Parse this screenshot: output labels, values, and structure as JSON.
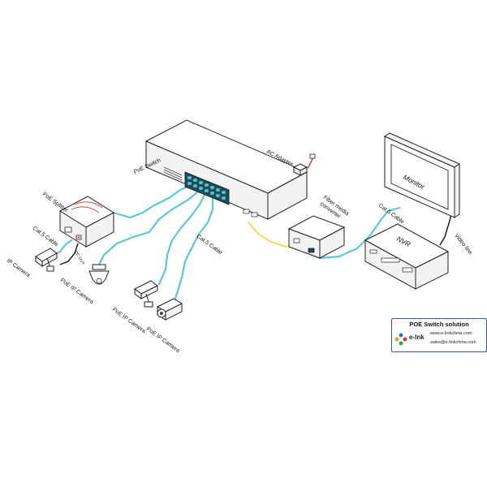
{
  "labels": {
    "ac_adapter": "AC Adapter",
    "poe_switch": "PoE  Switch",
    "poe_splitter": "PoE Splitter",
    "cat5_cable_left": "Cat.5 Cable",
    "dc_out": "DC OUT",
    "ip_camera": "IP Camera",
    "poe_ip_camera_1": "PoE IP Camera",
    "poe_ip_camera_2": "PoE IP Camera",
    "poe_ip_camera_3": "PoE IP Camera",
    "cat5_cable_mid": "Cat.5 Cable",
    "fiber_media_converter_1": "Fiber media",
    "fiber_media_converter_2": "converter",
    "cat5_cable_right": "Cat.5 Cable",
    "monitor": "Monitor",
    "nvr": "NVR",
    "video_line": "Video line"
  },
  "info": {
    "title": "POE Switch solution",
    "brand": "e-lnk",
    "website": "www.e-linkchina.com",
    "email": "sales@e-linkchina.com"
  },
  "colors": {
    "cat5_cable": "#5bc8d8",
    "fiber_cable": "#f3e05a",
    "ac_cable": "#d23a2a",
    "logo_blue": "#2f6fd6",
    "logo_red": "#e0392b",
    "logo_green": "#3aa84a",
    "logo_orange": "#f29a1f"
  }
}
